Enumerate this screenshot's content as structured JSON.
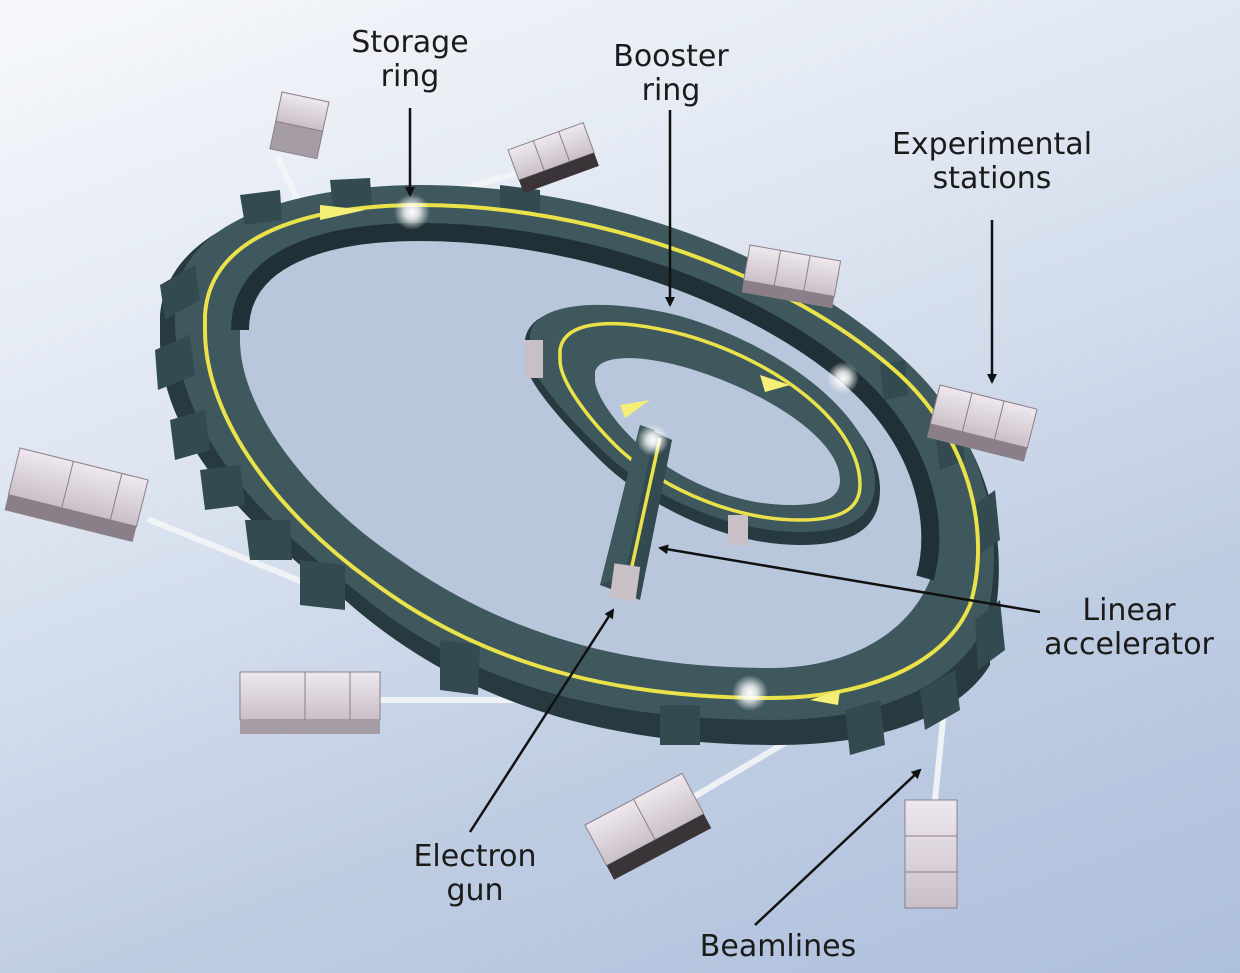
{
  "labels": {
    "storage_ring": [
      "Storage",
      "ring"
    ],
    "booster_ring": [
      "Booster",
      "ring"
    ],
    "experimental_stations": [
      "Experimental",
      "stations"
    ],
    "linear_accelerator": [
      "Linear",
      "accelerator"
    ],
    "electron_gun": [
      "Electron",
      "gun"
    ],
    "beamlines": "Beamlines"
  },
  "colors": {
    "ring": "#3f585e",
    "ring_dark": "#263a3f",
    "beam_path": "#e9e24a",
    "station": "#b9aeb8",
    "beam_light": "#f4f6f8"
  }
}
